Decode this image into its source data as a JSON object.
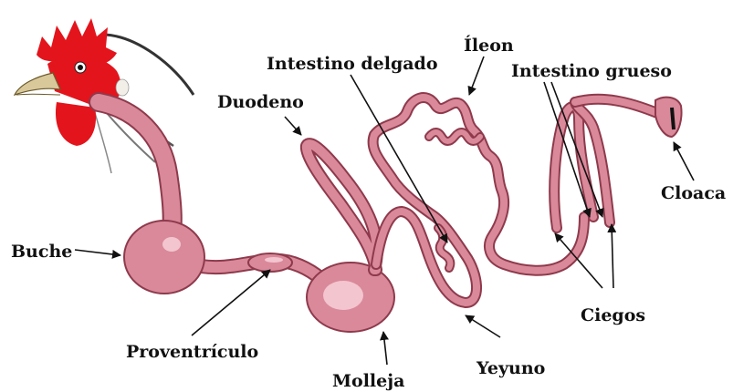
{
  "labels": {
    "buche": "Buche",
    "proventriculo": "Proventrículo",
    "molleja": "Molleja",
    "duodeno": "Duodeno",
    "intestino_delgado": "Intestino delgado",
    "ileon": "Íleon",
    "intestino_grueso": "Intestino grueso",
    "cloaca": "Cloaca",
    "ciegos": "Ciegos",
    "yeyuno": "Yeyuno"
  },
  "colors": {
    "organ_fill": "#d9899a",
    "organ_outline": "#8e3a4c",
    "highlight": "#f3c5cf",
    "comb_red": "#e3141c",
    "label_text": "#111111"
  },
  "icons": {
    "head": "chicken-head-icon"
  }
}
